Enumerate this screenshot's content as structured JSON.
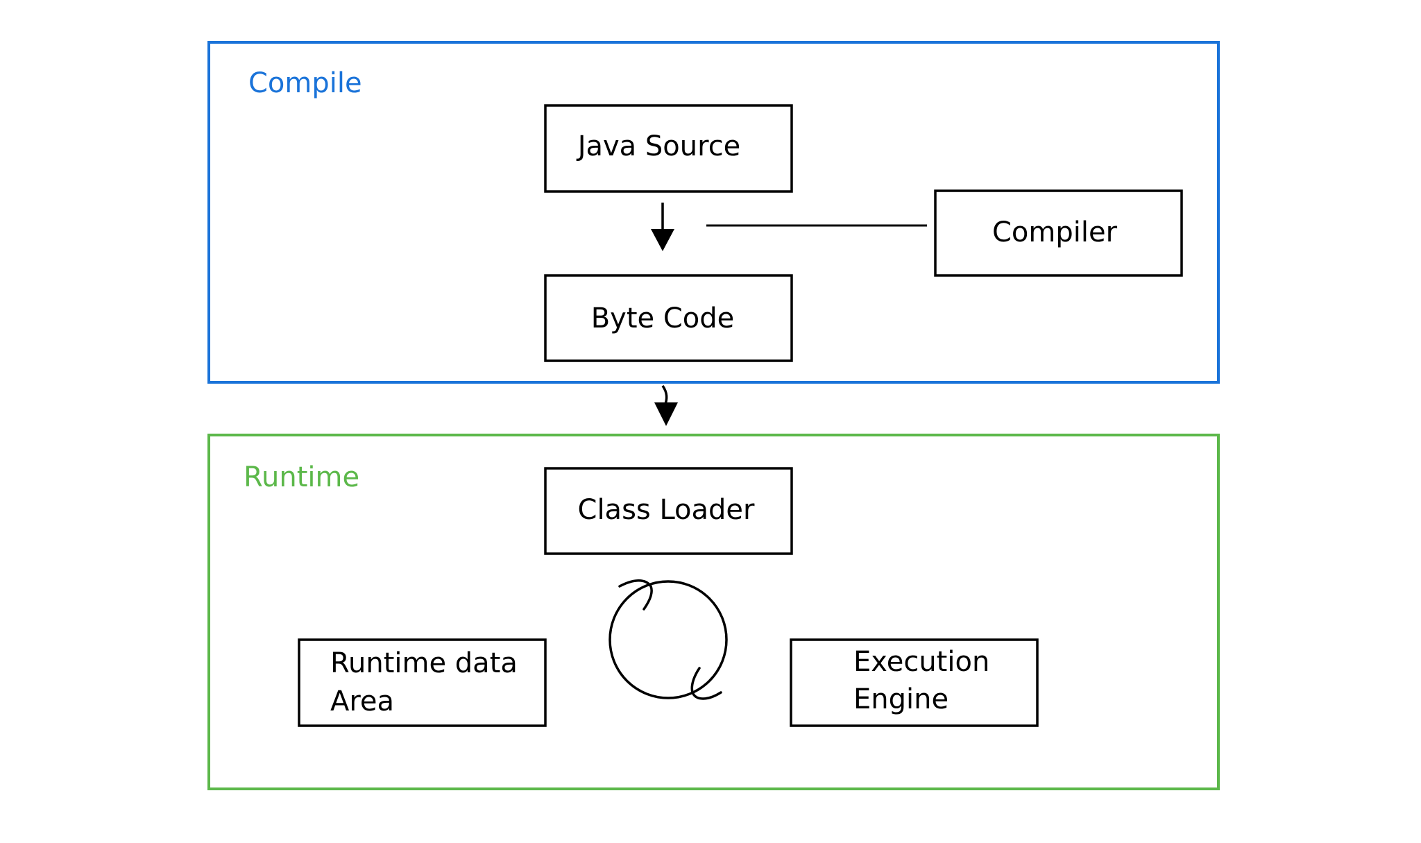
{
  "compile": {
    "label": "Compile",
    "color": "#1a73d9",
    "boxes": {
      "java_source": "Java Source",
      "compiler": "Compiler",
      "byte_code": "Byte Code"
    }
  },
  "runtime": {
    "label": "Runtime",
    "color": "#5cb84a",
    "boxes": {
      "class_loader": "Class Loader",
      "runtime_data_area": [
        "Runtime data",
        "Area"
      ],
      "execution_engine": [
        "Execution",
        "Engine"
      ]
    }
  },
  "icons": {
    "flow_arrow": "arrow-down-icon",
    "cycle": "cycle-icon"
  }
}
